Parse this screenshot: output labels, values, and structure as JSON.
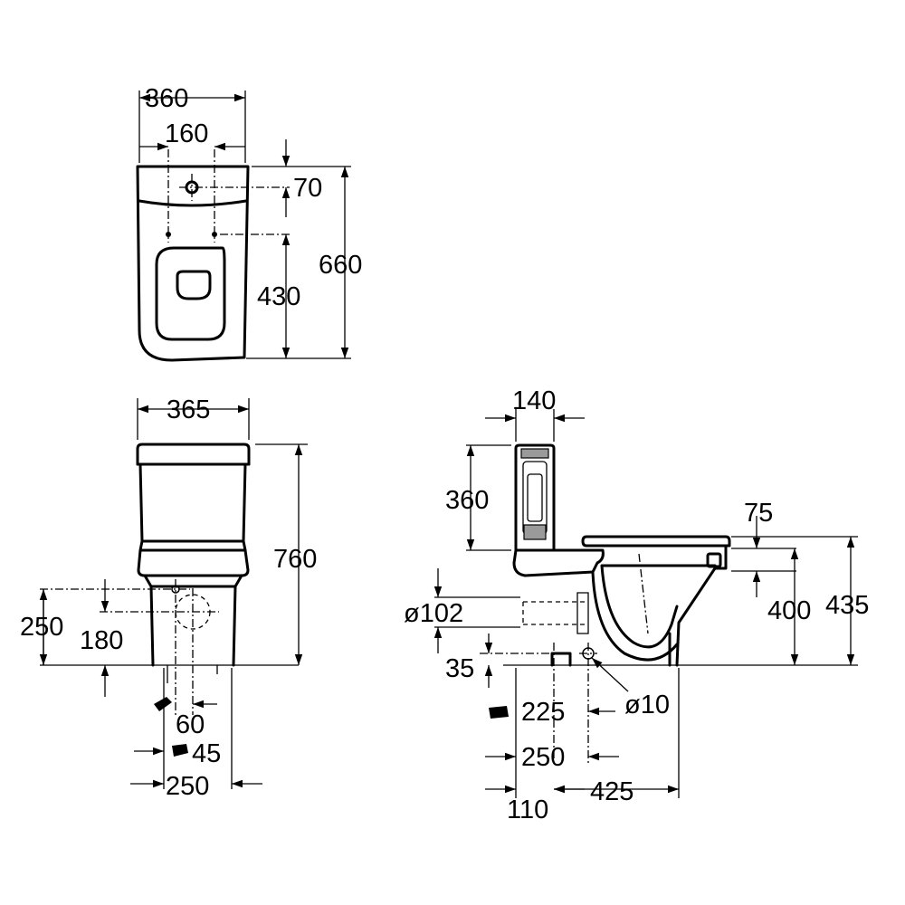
{
  "dimensions": {
    "top_width": "360",
    "top_hole_spacing": "160",
    "top_hole_offset": "70",
    "top_depth": "660",
    "top_seat_depth": "430",
    "front_width": "365",
    "front_height": "760",
    "front_outlet_height": "250",
    "front_inlet_height": "180",
    "front_offset_60": "60",
    "front_offset_45": "45",
    "front_base_width": "250",
    "side_tank_depth": "140",
    "side_tank_height": "360",
    "side_rim_offset": "75",
    "side_seat_height": "400",
    "side_total_height": "435",
    "side_outlet_diameter": "ø102",
    "side_floor_offset": "35",
    "side_fix_hole_diameter": "ø10",
    "side_dist_225": "225",
    "side_dist_250": "250",
    "side_dist_425": "425",
    "side_dist_110": "110"
  },
  "colors": {
    "line": "#000000",
    "background": "#ffffff",
    "hatch": "#9a9a9a"
  }
}
